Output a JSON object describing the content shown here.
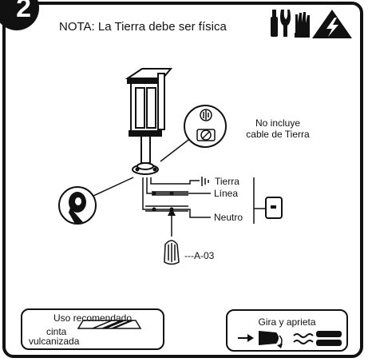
{
  "step_number": "2",
  "note": "NOTA: La Tierra debe ser física",
  "ground_note": {
    "line1": "No incluye",
    "line2": "cable de Tierra"
  },
  "wires": {
    "ground": "Tierra",
    "line": "Línea",
    "neutral": "Neutro"
  },
  "connector_code": "---A-03",
  "recommended_box": {
    "title": "Uso recomendado",
    "item_line1": "cinta",
    "item_line2": "vulcanizada"
  },
  "twist_box": {
    "title": "Gira y aprieta"
  },
  "icons": [
    "screwdriver-pliers-icon",
    "glove-icon",
    "high-voltage-warning-icon",
    "ground-symbol-icon",
    "no-wire-icon",
    "electrical-tape-icon",
    "wire-nut-icon",
    "junction-box-icon"
  ],
  "colors": {
    "ink": "#111111",
    "background": "#ffffff"
  }
}
